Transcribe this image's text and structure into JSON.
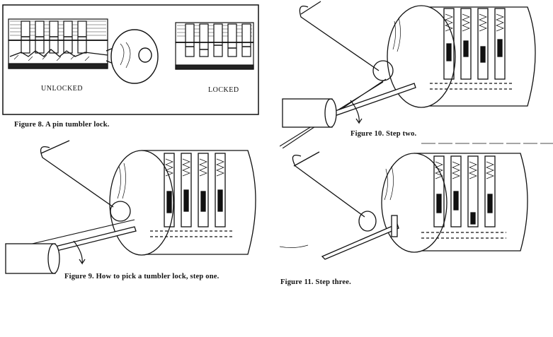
{
  "figure8": {
    "caption": "Figure 8. A pin tumbler lock.",
    "unlocked_label": "UNLOCKED",
    "locked_label": "LOCKED"
  },
  "figure9": {
    "caption": "Figure 9. How to pick a tumbler lock, step one."
  },
  "figure10": {
    "caption": "Figure 10. Step two."
  },
  "figure11": {
    "caption": "Figure 11. Step three."
  }
}
